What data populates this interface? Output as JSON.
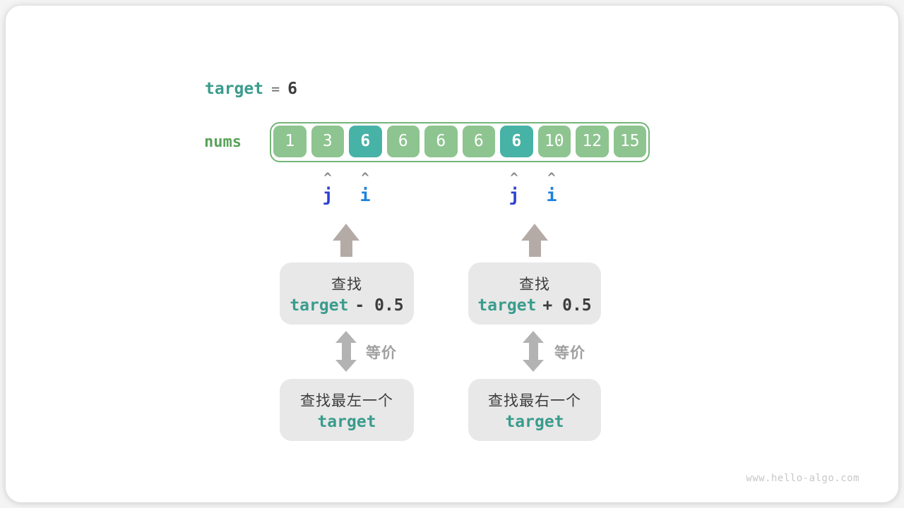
{
  "page": {
    "watermark": "www.hello-algo.com"
  },
  "colors": {
    "teal_text": "#3a9c8d",
    "dark_text": "#3d3d3d",
    "muted_text": "#6b6b6b",
    "green_label": "#5ba35b",
    "cell_green": "#8dc48f",
    "cell_teal": "#47b2a6",
    "array_border": "#74b578",
    "pointer_j": "#2e3fd2",
    "pointer_i": "#1e82dc",
    "caret_gray": "#8a8a8a",
    "arrow_gray": "#b4aba7",
    "equiv_arrow_gray": "#b3b3b3",
    "equiv_label_gray": "#a0a0a0",
    "box_bg": "#e8e8e8",
    "watermark_gray": "#c7c7c7"
  },
  "target_line": {
    "var": "target",
    "equals": "=",
    "value": "6"
  },
  "array": {
    "label": "nums",
    "cells": [
      {
        "value": "1",
        "highlight": false
      },
      {
        "value": "3",
        "highlight": false
      },
      {
        "value": "6",
        "highlight": true
      },
      {
        "value": "6",
        "highlight": false
      },
      {
        "value": "6",
        "highlight": false
      },
      {
        "value": "6",
        "highlight": false
      },
      {
        "value": "6",
        "highlight": true
      },
      {
        "value": "10",
        "highlight": false
      },
      {
        "value": "12",
        "highlight": false
      },
      {
        "value": "15",
        "highlight": false
      }
    ]
  },
  "pointers": [
    {
      "label": "j",
      "caret": "^",
      "cell_index": 1
    },
    {
      "label": "i",
      "caret": "^",
      "cell_index": 2
    },
    {
      "label": "j",
      "caret": "^",
      "cell_index": 6
    },
    {
      "label": "i",
      "caret": "^",
      "cell_index": 7
    }
  ],
  "columns": [
    {
      "top_box": {
        "line1": "查找",
        "expr_var": "target",
        "expr_op": "- 0.5"
      },
      "equiv_label": "等价",
      "bottom_box": {
        "line1": "查找最左一个",
        "keyword": "target"
      }
    },
    {
      "top_box": {
        "line1": "查找",
        "expr_var": "target",
        "expr_op": "+ 0.5"
      },
      "equiv_label": "等价",
      "bottom_box": {
        "line1": "查找最右一个",
        "keyword": "target"
      }
    }
  ]
}
